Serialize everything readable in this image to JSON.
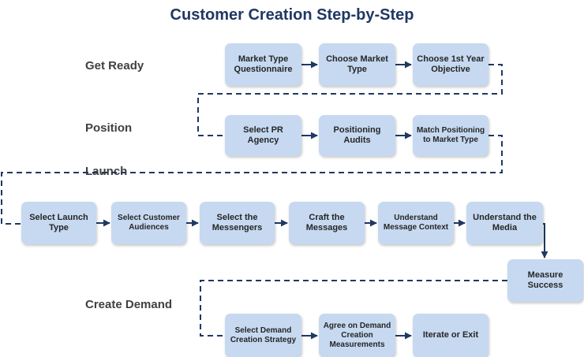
{
  "title": "Customer Creation Step-by-Step",
  "phases": {
    "get_ready": {
      "label": "Get Ready",
      "steps": [
        "Market Type Questionnaire",
        "Choose Market Type",
        "Choose 1st Year Objective"
      ]
    },
    "position": {
      "label": "Position",
      "steps": [
        "Select PR Agency",
        "Positioning Audits",
        "Match Positioning to Market Type"
      ]
    },
    "launch": {
      "label": "Launch",
      "steps": [
        "Select Launch Type",
        "Select Customer Audiences",
        "Select the Messengers",
        "Craft the Messages",
        "Understand Message Context",
        "Understand the Media"
      ]
    },
    "measure": {
      "label": "Measure Success"
    },
    "create_demand": {
      "label": "Create Demand",
      "steps": [
        "Select Demand Creation Strategy",
        "Agree on Demand Creation Measurements",
        "Iterate or Exit"
      ]
    }
  },
  "colors": {
    "box": "#c6d9f1",
    "title": "#1f3864",
    "connector": "#1f3864"
  }
}
